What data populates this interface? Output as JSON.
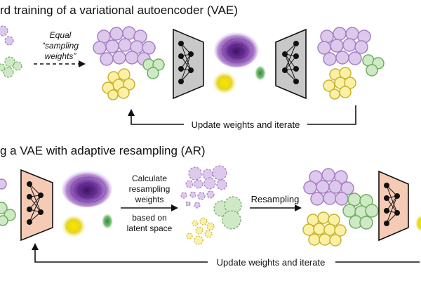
{
  "top": {
    "title": "rd training of a variational autoencoder (VAE)",
    "equal_line1": "Equal",
    "equal_line2": "“sampling",
    "equal_line3": "weights”",
    "update_label": "Update weights and iterate"
  },
  "bottom": {
    "title": "g a VAE with adaptive resampling (AR)",
    "calc_line1": "Calculate",
    "calc_line2": "resampling",
    "calc_line3": "weights",
    "based_line1": "based on",
    "based_line2": "latent space",
    "resampling_label": "Resampling",
    "update_label": "Update weights and iterate"
  },
  "colors": {
    "purple": "#a77fc4",
    "purple_fill": "#ddc9ec",
    "green": "#6cae5c",
    "green_fill": "#cfe8c6",
    "yellow": "#c9b22c",
    "yellow_fill": "#fbf0a6",
    "encoder_gray": "#c8c8c8",
    "encoder_salmon": "#f6cbb5",
    "latent_purple": "#5a2a82"
  }
}
